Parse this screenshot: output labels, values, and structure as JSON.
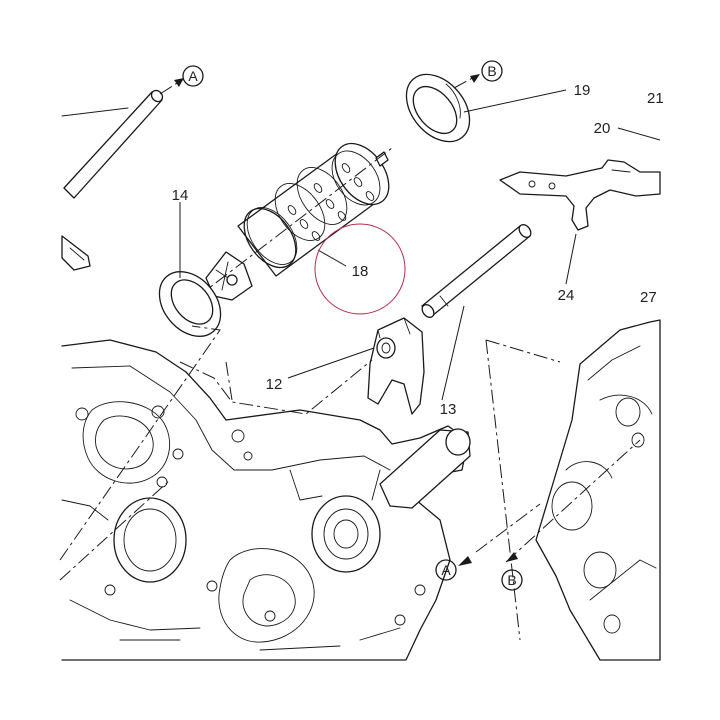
{
  "diagram": {
    "part_labels": {
      "p12": "12",
      "p13": "13",
      "p14": "14",
      "p18": "18",
      "p19": "19",
      "p20": "20",
      "p21": "21",
      "p24": "24",
      "p27": "27"
    },
    "refs": {
      "a_top": "A",
      "b_top": "B",
      "a_bottom": "A",
      "b_bottom": "B"
    },
    "colors": {
      "line": "#1a1a1a",
      "highlight_circle": "#b03050",
      "background": "#ffffff"
    }
  }
}
